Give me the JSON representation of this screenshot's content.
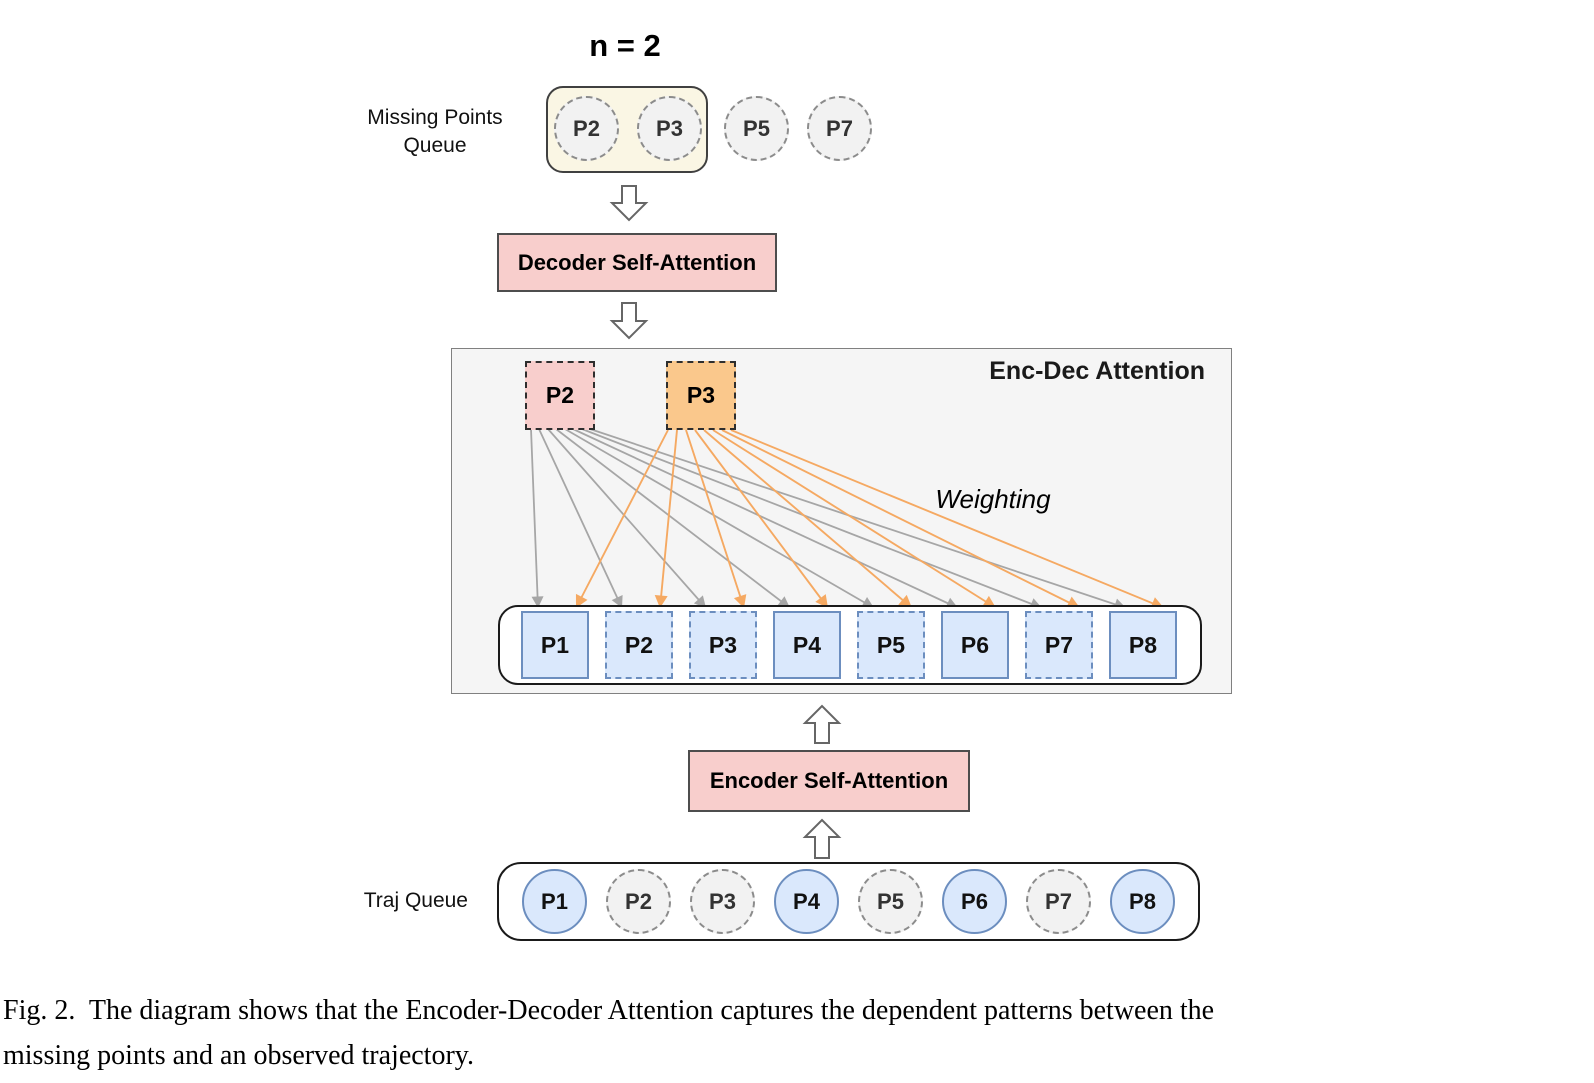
{
  "figure": {
    "title": "n = 2",
    "caption_line1": "Fig. 2.  The diagram shows that the Encoder-Decoder Attention captures the dependent patterns between the",
    "caption_line2": "missing points and an observed trajectory."
  },
  "missing_queue": {
    "label_line1": "Missing Points",
    "label_line2": "Queue",
    "in_window": [
      {
        "label": "P2"
      },
      {
        "label": "P3"
      }
    ],
    "pending": [
      {
        "label": "P5"
      },
      {
        "label": "P7"
      }
    ]
  },
  "decoder": {
    "label": "Decoder Self-Attention"
  },
  "encdec": {
    "title": "Enc-Dec Attention",
    "weighting_label": "Weighting",
    "queries": [
      {
        "label": "P2"
      },
      {
        "label": "P3"
      }
    ],
    "tokens": [
      {
        "label": "P1",
        "observed": true
      },
      {
        "label": "P2",
        "observed": false
      },
      {
        "label": "P3",
        "observed": false
      },
      {
        "label": "P4",
        "observed": true
      },
      {
        "label": "P5",
        "observed": false
      },
      {
        "label": "P6",
        "observed": true
      },
      {
        "label": "P7",
        "observed": false
      },
      {
        "label": "P8",
        "observed": true
      }
    ]
  },
  "encoder": {
    "label": "Encoder Self-Attention"
  },
  "traj_queue": {
    "label": "Traj Queue",
    "points": [
      {
        "label": "P1",
        "observed": true
      },
      {
        "label": "P2",
        "observed": false
      },
      {
        "label": "P3",
        "observed": false
      },
      {
        "label": "P4",
        "observed": true
      },
      {
        "label": "P5",
        "observed": false
      },
      {
        "label": "P6",
        "observed": true
      },
      {
        "label": "P7",
        "observed": false
      },
      {
        "label": "P8",
        "observed": true
      }
    ]
  },
  "colors": {
    "pink_fill": "#f8cecc",
    "orange_fill": "#fac88c",
    "blue_fill": "#dae8fc",
    "blue_border": "#6c8ebf",
    "missing_fill": "#f2f2f2",
    "panel_fill": "#f5f5f5",
    "cream_fill": "#faf6e4",
    "gray_arrow": "#a6a6a6",
    "orange_arrow": "#f5a962"
  }
}
